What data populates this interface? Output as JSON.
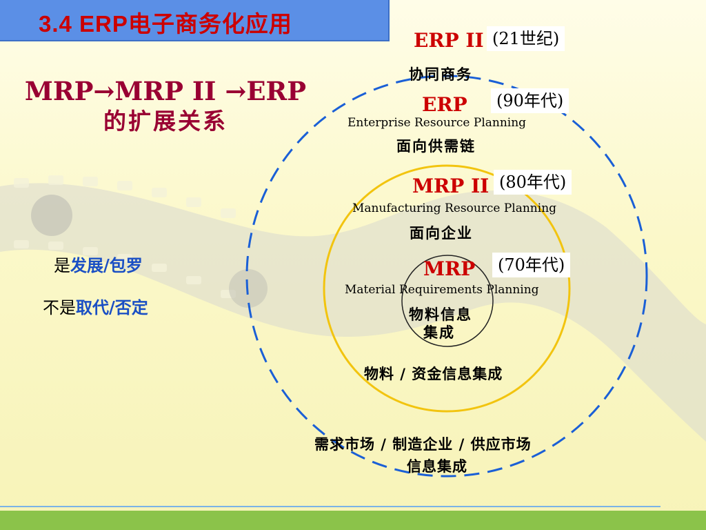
{
  "title": "3.4   ERP电子商务化应用",
  "heading": {
    "line1": "MRP→MRP II →ERP",
    "line2": "的扩展关系"
  },
  "side_note": {
    "line1_prefix": "是",
    "line1_highlight": "发展/包罗",
    "line2_prefix": "不是",
    "line2_highlight": "取代/否定"
  },
  "eras": {
    "erp2": {
      "label": "ERP II",
      "period": "(21世纪)",
      "desc": "协同商务"
    },
    "erp": {
      "label": "ERP",
      "period": "(90年代)",
      "full": "Enterprise Resource Planning",
      "desc": "面向供需链"
    },
    "mrp2": {
      "label": "MRP II",
      "period": "(80年代)",
      "full": "Manufacturing Resource Planning",
      "desc": "面向企业"
    },
    "mrp": {
      "label": "MRP",
      "period": "(70年代)",
      "full": "Material Requirements Planning",
      "desc_line1": "物料信息",
      "desc_line2": "集成"
    }
  },
  "scope": {
    "mrp2": "物料 / 资金信息集成",
    "erp_line1": "需求市场 / 制造企业 / 供应市场",
    "erp_line2": "信息集成"
  },
  "colors": {
    "title_bg": "#5b8fe6",
    "title_text": "#cc0000",
    "heading": "#990033",
    "dashed_circle": "#1a5fd6",
    "mrp2_circle": "#f2c40f",
    "highlight": "#1a4fc4",
    "bottom_bar": "#8bc34a"
  }
}
